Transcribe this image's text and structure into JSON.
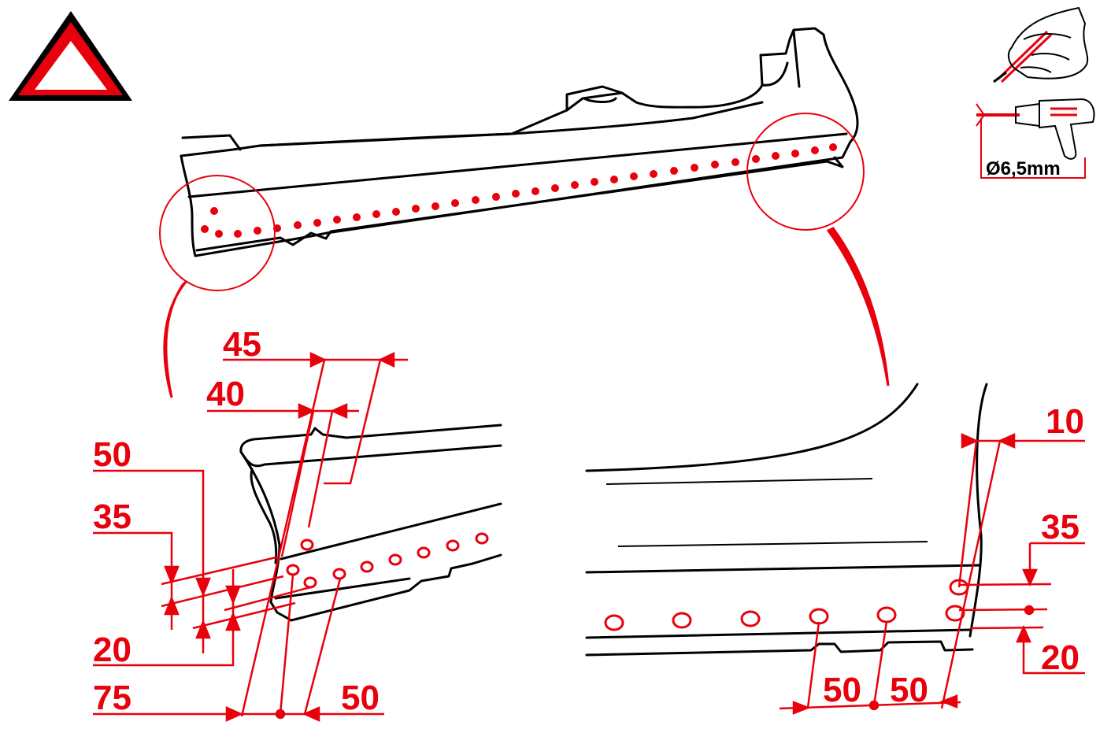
{
  "colors": {
    "accent": "#e8000c",
    "line": "#000000"
  },
  "icons": [
    "warning-triangle-icon",
    "chisel-hand-icon",
    "drill-icon"
  ],
  "drill": {
    "diameter_label": "Ø6,5mm"
  },
  "left_detail": {
    "labels": {
      "d45": "45",
      "d40": "40",
      "d50v": "50",
      "d35": "35",
      "d20": "20",
      "d75": "75",
      "d50h": "50"
    }
  },
  "right_detail": {
    "labels": {
      "d10": "10",
      "d35": "35",
      "d20": "20",
      "d50a": "50",
      "d50b": "50"
    }
  }
}
